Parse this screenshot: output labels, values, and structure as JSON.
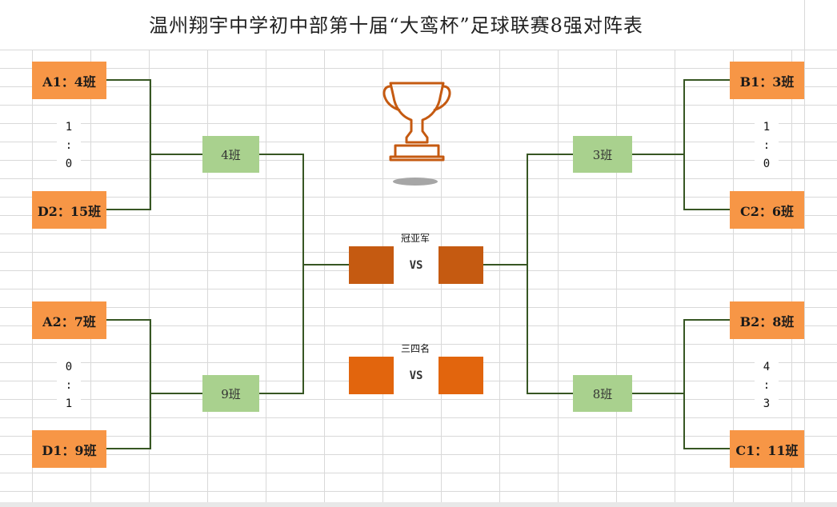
{
  "title": "温州翔宇中学初中部第十届“大鸾杯”足球联赛8强对阵表",
  "left": {
    "top": {
      "team1": "A1：4班",
      "team2": "D2：15班",
      "score1": "1",
      "sep": ":",
      "score2": "0",
      "winner": "4班"
    },
    "bottom": {
      "team1": "A2：7班",
      "team2": "D1：9班",
      "score1": "0",
      "sep": ":",
      "score2": "1",
      "winner": "9班"
    }
  },
  "right": {
    "top": {
      "team1": "B1：3班",
      "team2": "C2：6班",
      "score1": "1",
      "sep": ":",
      "score2": "0",
      "winner": "3班"
    },
    "bottom": {
      "team1": "B2：8班",
      "team2": "C1：11班",
      "score1": "4",
      "sep": ":",
      "score2": "3",
      "winner": "8班"
    }
  },
  "final": {
    "label": "冠亚军",
    "vs": "VS"
  },
  "third": {
    "label": "三四名",
    "vs": "VS"
  },
  "colors": {
    "team": "#f79646",
    "winner": "#a9d18e",
    "final": "#c55a11",
    "third": "#e2650d",
    "line": "#375623",
    "trophy": "#c55a11"
  }
}
